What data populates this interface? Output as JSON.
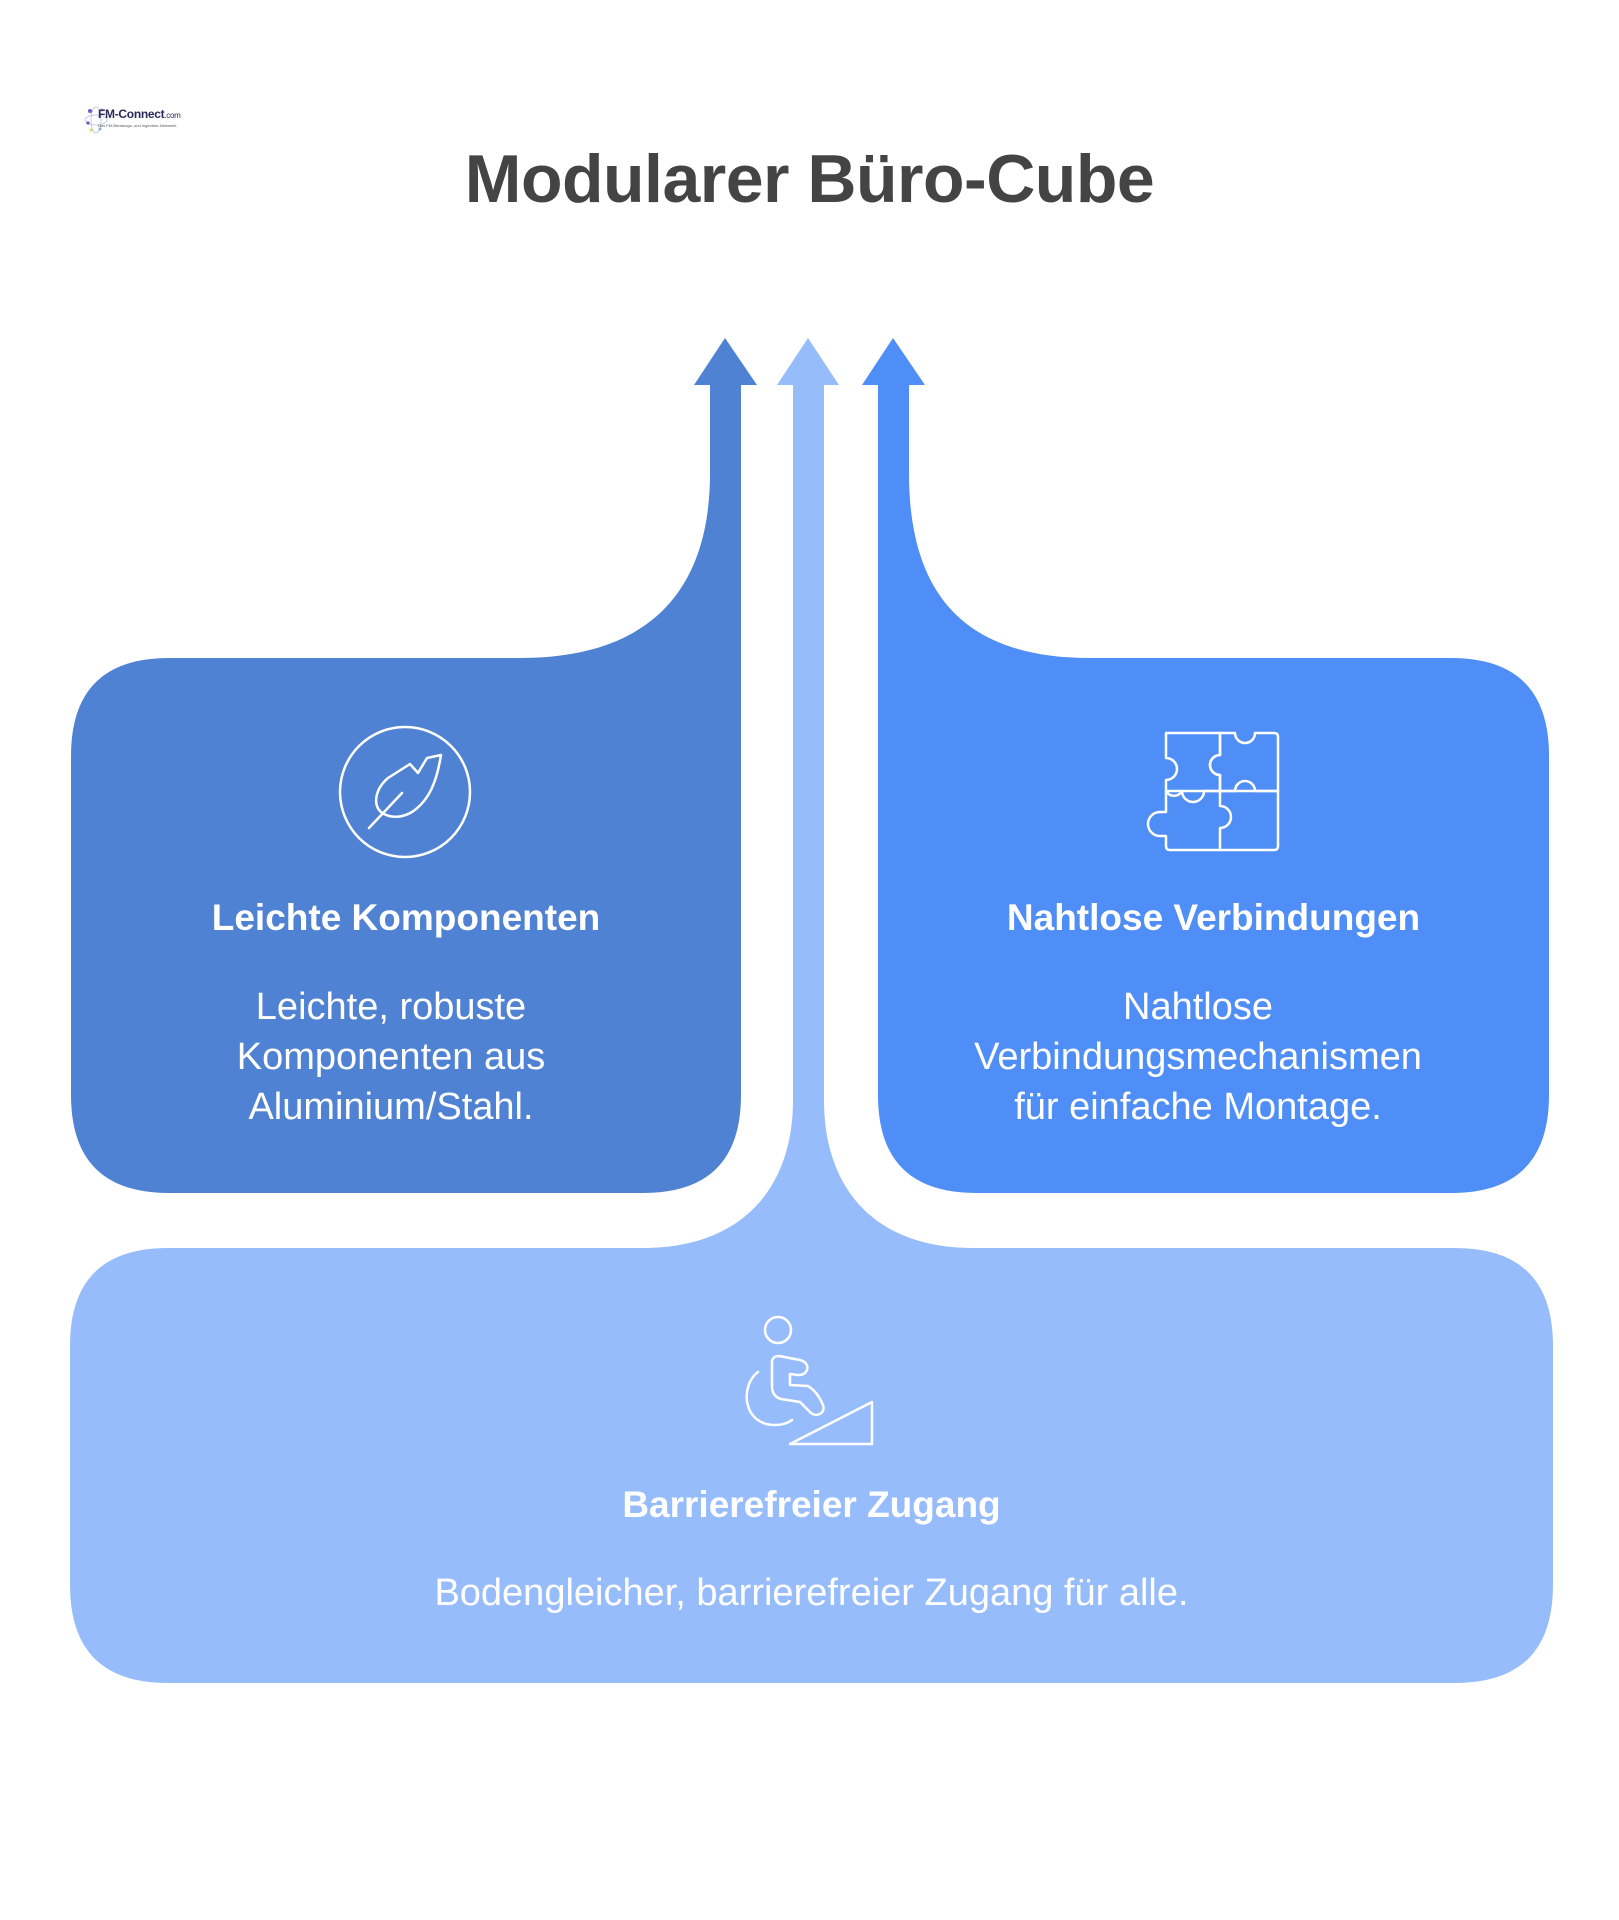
{
  "logo": {
    "name": "FM-Connect",
    "suffix": ".com",
    "tagline": "Das FM-Beratungs- und Ingenieur-Netzwerk"
  },
  "title": "Modularer Büro-Cube",
  "colors": {
    "left": "#5082D4",
    "right": "#4F8EF6",
    "bottom": "#97BCFC",
    "title_text": "#444444",
    "card_text": "#FFFFFF"
  },
  "cards": {
    "left": {
      "icon": "feather-leaf-icon",
      "title": "Leichte Komponenten",
      "desc_lines": [
        "Leichte, robuste",
        "Komponenten aus",
        "Aluminium/Stahl."
      ]
    },
    "right": {
      "icon": "puzzle-icon",
      "title": "Nahtlose Verbindungen",
      "desc_lines": [
        "Nahtlose",
        "Verbindungsmechanismen",
        "für einfache Montage."
      ]
    },
    "bottom": {
      "icon": "wheelchair-ramp-icon",
      "title": "Barrierefreier Zugang",
      "desc_lines": [
        "Bodengleicher, barrierefreier Zugang für alle."
      ]
    }
  }
}
